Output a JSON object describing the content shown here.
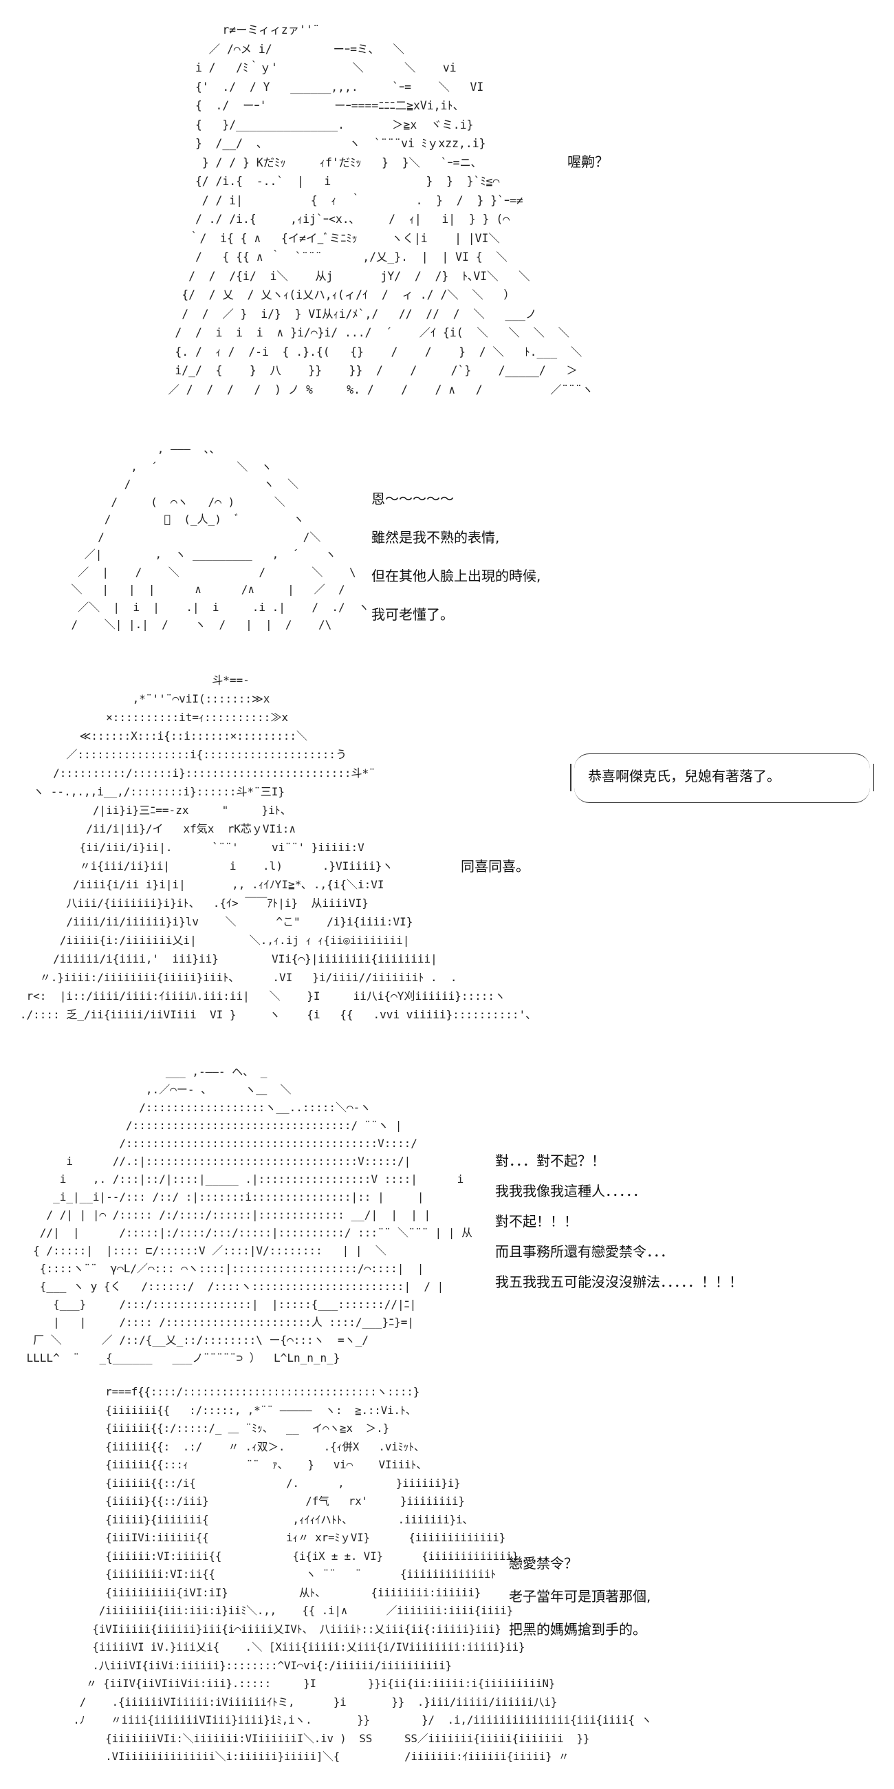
{
  "panel1": {
    "art": "            r≠ーミィィzァ''¨\n          ／ /⌒メ i/         ーｰ=ミ、  ＼\n        i /   /ﾐ｀ｙ'           ＼      ＼    vi\n        {'  ./  / Y   ______,,,.     `ｰ=    ＼   VI\n        {  ./  ーｰ'          ーｰ====ﾆﾆﾆ二≧xVi,iﾄ、\n        {   }/_______________.       ＞≧x  ヾミ.i}\n        }  /__/  、            ヽ  `¨¨¨vi ﾐｙxzz,.i}\n         } / / } Kだﾐｯ     ｨf'だﾐｯ   }  }＼   `ｰ=ニ､\n        {/ /i.{  -..`  |   i              }  }  }`ﾐ≦⌒\n         / / i|          {  ｨ  ｀        .  }  /  } }`ｰ=≠\n        / ./ /i.{     ,ｨij`ｰ<x.､     /  ｨ|   i|  } } (⌒\n       ｀/  i{ { ∧   {イ≠イ_ﾞミﾆﾐｯ     ヽく|i    | |VI＼\n        /   { {{ ∧ ｀  `¨¨¨      ,/乂_}.  |  | VI {  ＼\n       /  /  /{i/  i＼    从j       jY/  /  /}  ﾄ､VI＼   ＼\n      {/  / 乂  / 乂ヽｨ(i乂ハ,ｨ(ィ/ｲ  /  ィ ./ /＼  ＼   ）\n      /  /  ／ }  i/}  } VI从ｨi/ﾒ`,/   //  //  /  ＼   ___ノ\n     /  /  i  i  i  ∧ }i/⌒}i/ .../  ´    ／ｲ {i(  ＼   ＼  ＼  ＼\n     {. /  ｨ /  /-i  { .}.{(   {}    /    /    }  / ＼   ﾄ.___  ＼\n     i/_/  {    }  八    }}    }}  /    /     /`}    /_____/   ＞\n    ／ /  /  /   /  ) ノ %     %. /    /    / ∧   /          ／¨¨¨ヽ",
    "lines": [
      "喔齁？"
    ]
  },
  "panel2": {
    "art": "                 , ―――  、、\n             ,  ´            ＼  ヽ\n            /                    ヽ  ＼\n          /     (  ⌒ヽ   /⌒ )      ＼\n         /        ﾞ  (_人_)  ﾞ        ヽ\n        /                              /＼\n      ／|        ,  ヽ _________   ,  ´    ヽ\n     ／  |    /    ＼            /       ＼    \\\n    ＼   |   |  |      ∧      /∧     |   ／  /\n     ／＼  |  i  |    .|  i     .i .|    /  ./  ヽ\n    /    ＼| |.|  /    ヽ  /   |  |  /    /\\",
    "lines": [
      "恩～～～～～",
      "雖然是我不熟的表情,",
      "但在其他人臉上出現的時候,",
      "我可老懂了。"
    ]
  },
  "panel3": {
    "art": "                                斗*==-\n                    ,*¨''¨⌒viI(:::::::≫x\n                ×::::::::::it=ｨ::::::::::≫x\n            ≪::::::X:::i{::i::::::×:::::::::＼\n          ／:::::::::::::::::i{::::::::::::::::::::う\n        /::::::::::/::::::i}:::::::::::::::::::::::::斗*¨\n     ヽ --.,.,,i__,/::::::::i}::::::斗*¨三I}\n              /|ii}i}三ﾆ==-zx     \"     }iﾄ、\n             /ii/i|ii}/イ   xf気x  rK芯ｙVIi:∧\n            {ii/iii/i}ii|.      `¨¨'     vi¨¨' }iiiii:V\n            〃i{iii/ii}ii|         i    .l)      .}VIiiii}ヽ\n           /iiii{i/ii i}i|i|       ,, .ｨｲﾉYI≧*､ .,{i{＼i:VI\n          八iii/{iiiiiii}i}iﾄ、  .{ｲ> ￣￣ｱﾄ|i}  从iiiiVI}\n          /iiii/ii/iiiiii}i}lv    ＼      ^こ\"    /i}i{iiii:VI}\n         /iiiii{i:/iiiiiii乂i|        ＼.,ｨ.ij ｨ ｨ{ii◎iiiiiiii|\n        /iiiiii/i{iiii,'  iii}ii}        VIi{⌒}|iiiiiiii{iiiiiiii|\n      〃.}iiii:/iiiiiiii{iiiii}iiiﾄ、     .VI   }i/iiii//iiiiiiiﾄ .  .\n    r<:  |i::/iiii/iiii:ｲiiiiﾊ.iii:ii|   ＼    }I     ii八i{⌒Y刈iiiiii}:::::ヽ\n   ./:::: 乏_/ii{iiiii/iiVIiii  VI }     ヽ    {i   {{   .vvi viiiii}::::::::::'、",
    "lines": [
      "同喜同喜。"
    ],
    "bubble": "恭喜啊傑克氏，兒媳有著落了。"
  },
  "panel4": {
    "art": "                         ___ ,‐――‐ ヘ、 _\n                      ,.／⌒ー‐ 、     ヽ＿  ＼\n                     /::::::::::::::::::ヽ__..:::::＼⌒‐ヽ\n                   /:::::::::::::::::::::::::::::::::/ ¨¨ヽ |\n                  /::::::::::::::::::::::::::::::::::::::V::::/\n          i      //.:|::::::::::::::::::::::::::::::::V:::::/|\n         i    ,. /:::|::/|::::|_____ .|:::::::::::::::::V ::::|      i\n        _i_|__i|--/::: /::/ :|:::::::i:::::::::::::::|:: |     |\n       / /| | |⌒ /::::: /:/::::/::::::|::::::::::::: __/|  |  | |\n      //|  |      /:::::|:/::::/:::/:::::|::::::::::/ :::¨¨ ＼¨¨¨ | | 从\n     { /:::::|  |:::: ⊏/::::::V ／::::|V/::::::::   | |  ＼\n      {::::ヽ¨¨  γ⌒L/／⌒::: ⌒ヽ::::|:::::::::::::::::::/⌒::::|  |\n      {___ ヽ y {く   /::::::/  /::::ヽ:::::::::::::::::::::::|  / |\n        {___}     /:::/:::::::::::::::|  |:::::{___::::::://|ﾆ|\n        |   |     /:::: /::::::::::::::::::::::人 ::::/___}ﾆ}=|\n     厂 ＼      ／ /::/{__乂_::/::::::::\\ ー{⌒:::ヽ  =ヽ_/\n    LLLL^  ¨   _{______   ___ノ¨¨¨¨¨⊃ ）  L^Ln_n_n_}",
    "lines": [
      "對．．．對不起？！",
      "我我我像我這種人．．．．．",
      "對不起！！！",
      "而且事務所還有戀愛禁令．．．",
      "我五我我五可能沒沒沒辦法．．．．．！！！"
    ]
  },
  "panel5": {
    "art": "           r===f{{::::/::::::::::::::::::::::::::::::ヽ::::}\n           {iiiiiii{{   :/:::::, ,*¨¨ ―――――  ヽ:  ≧.::Vi.ﾄ、\n           {iiiiii{{:/:::::/_ ＿ ¨ﾐｯ、  __  イ⌒ヽ≧x  ＞.}\n           {iiiiii{{:  .:/    〃 .ｨ双＞.      .{ｨ併X   .viﾐｯﾄ、\n           {iiiiii{{:::ｨ         ¨¨  ｧ、   }   vi⌒    VIiiiﾄ、\n           {iiiiii{{::/i{              /.      ,        }iiiiii}i}\n           {iiiii}{{::/iii}               /f气   rx'     }iiiiiiii}\n           {iiiii}{iiiiiii{             ,ｨｲｨｲハﾄﾄ、       .iiiiiii}i、\n           {iiiIVi:iiiiii{{            iｨ〃 xr=ﾐｙVI}      {iiiiiiiiiiiii}\n           {iiiiii:VI:iiiii{{           {i{iX ± ±. VI}      {iiiiiiiiiiiii}\n           {iiiiiiii:VI:ii{{              ヽ ¨¨   ¨      {iiiiiiiiiiiiiﾄ\n           {iiiiiiiiii{iVI:iI}           从ﾄ、       {iiiiiiii:iiiiii}\n          /iiiiiiii{iii:iii:i}iiﾐ＼.,,    {{ .i|∧      ／iiiiiii:iiii{iiii}\n         {iVIiiiii{iiiiii}iii{i⌒iiiii乂IVﾄ、 八iiiiﾄ::乂iii{ii{:iiiii}iii}\n         {iiiiiVI iV.}iii乂i{    .＼ [Xiii{iiiii:乂iii{i/IViiiiiiii:iiiii}ii}\n         .八iiiVI{iiVi:iiiiii}::::::::^VI⌒vi{:/iiiiii/iiiiiiiiii}\n        〃 {iiIV{iiVIiiVii:iii}.:::::     }I        }}i{ii{ii:iiiii:i{iiiiiiiiiN}\n       /    .{iiiiiiVIiiiii:iViiiiiiｲﾄミ,      }i       }}  .}iii/iiiii/iiiiii八i}\n      .ﾉ    〃iiii{iiiiiiiVIiii}iiii}iﾐ,iヽ.       }}        }/  .i,/iiiiiiiiiiiiiii{iii{iiii{ ヽ\n           {iiiiiiiVIi:＼iiiiiii:VIiiiiiiI＼.iv )  SS     SS／iiiiiii{iiiii{iiiiiii  }}\n           .VIiiiiiiiiiiiiii＼i:iiiiii}iiiii]＼{          /iiiiiii:ｲiiiiii{iiiii} 〃",
    "lines": [
      "戀愛禁令？",
      "老子當年可是頂著那個,",
      "把黑的媽媽搶到手的。"
    ]
  }
}
